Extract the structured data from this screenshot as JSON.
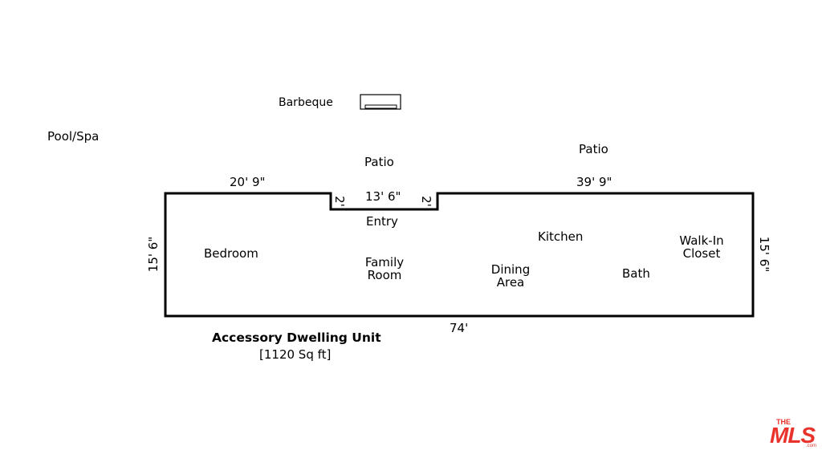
{
  "labels": {
    "barbeque": "Barbeque",
    "pool_spa": "Pool/Spa",
    "patio_left": "Patio",
    "patio_right": "Patio",
    "dim_top_left": "20' 9\"",
    "dim_top_mid": "13' 6\"",
    "dim_top_right": "39' 9\"",
    "dim_notch_left": "2'",
    "dim_notch_right": "2'",
    "dim_left": "15' 6\"",
    "dim_right": "15' 6\"",
    "dim_bottom": "74'"
  },
  "rooms": {
    "entry": "Entry",
    "bedroom": "Bedroom",
    "family_room_1": "Family",
    "family_room_2": "Room",
    "kitchen": "Kitchen",
    "dining_1": "Dining",
    "dining_2": "Area",
    "bath": "Bath",
    "walkin_1": "Walk-In",
    "walkin_2": "Closet"
  },
  "caption": {
    "title": "Accessory Dwelling Unit",
    "area": "[1120 Sq ft]"
  },
  "logo": {
    "text_top": "THE",
    "text_main": "MLS",
    "suffix": ".com",
    "color": "#e8322b"
  }
}
